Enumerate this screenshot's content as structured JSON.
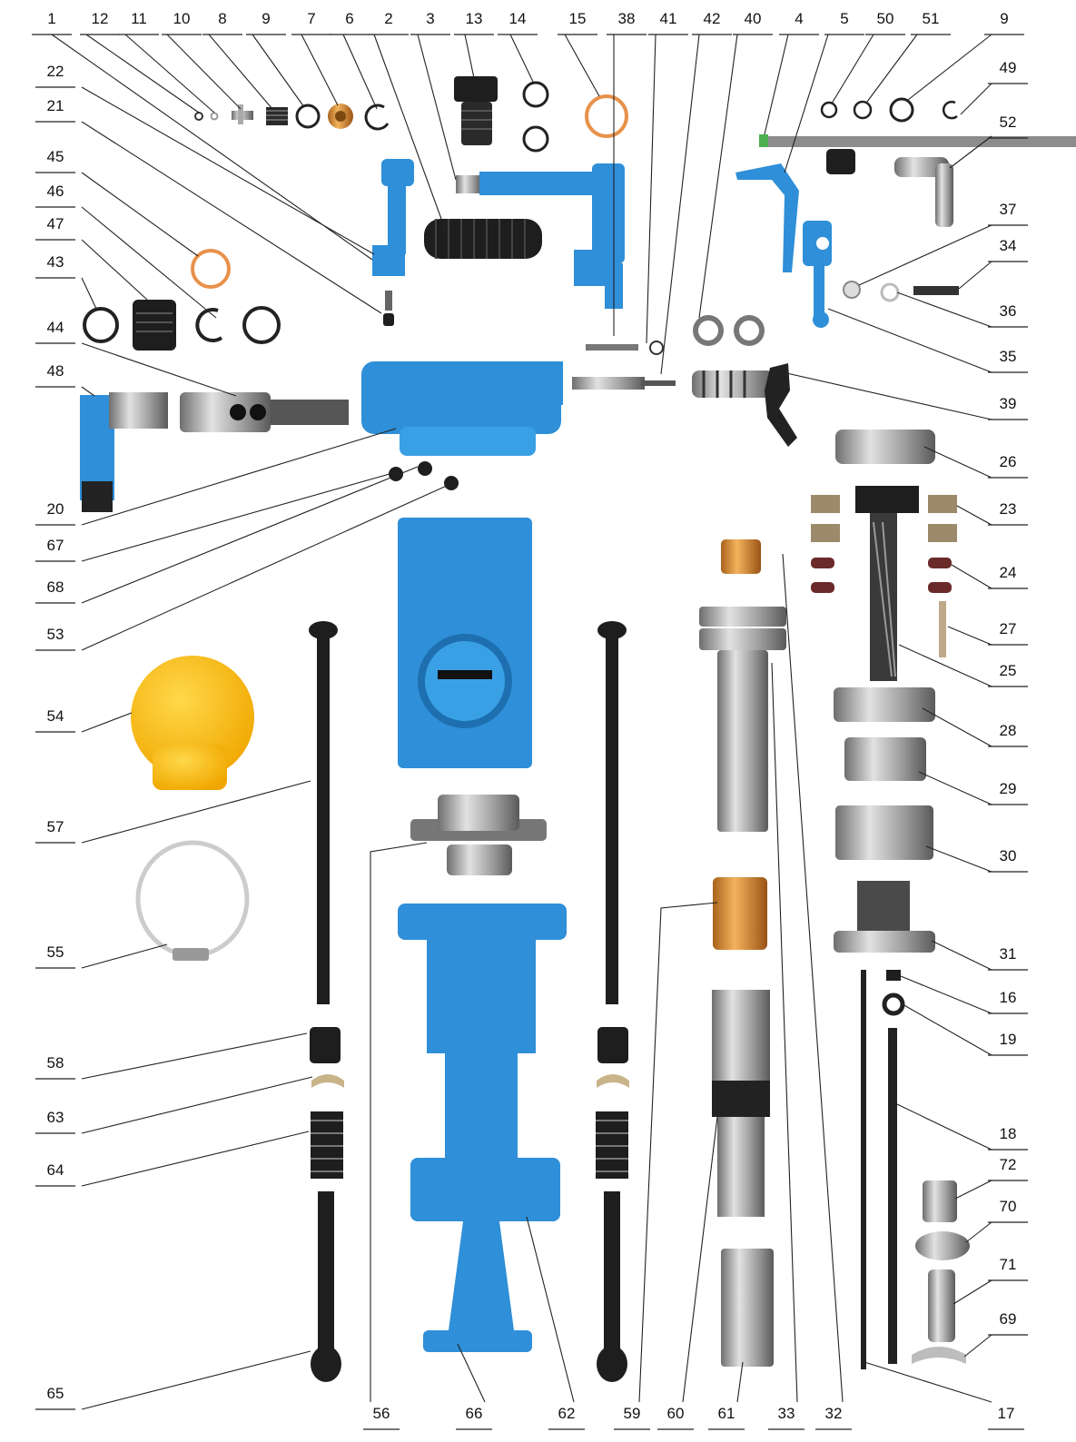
{
  "labels": {
    "top": [
      "1",
      "12",
      "11",
      "10",
      "8",
      "9",
      "7",
      "6",
      "2",
      "3",
      "13",
      "14",
      "15",
      "38",
      "41",
      "42",
      "40",
      "4",
      "5",
      "50",
      "51",
      "9"
    ],
    "left": [
      "22",
      "21",
      "45",
      "46",
      "47",
      "43",
      "44",
      "48",
      "20",
      "67",
      "68",
      "53",
      "54",
      "57",
      "55",
      "58",
      "63",
      "64",
      "65"
    ],
    "right": [
      "49",
      "52",
      "37",
      "34",
      "36",
      "35",
      "39",
      "26",
      "23",
      "24",
      "27",
      "25",
      "28",
      "29",
      "30",
      "31",
      "16",
      "19",
      "18",
      "72",
      "70",
      "71",
      "69"
    ],
    "bottom": [
      "56",
      "66",
      "62",
      "59",
      "60",
      "61",
      "33",
      "32",
      "17"
    ]
  },
  "colors": {
    "part_blue": "#2f8fd8",
    "black_part": "#1e1e1e",
    "steel": "#b9b9b9",
    "brass": "#d9893a",
    "grease_cap": "#f5b800",
    "text": "#111111"
  }
}
